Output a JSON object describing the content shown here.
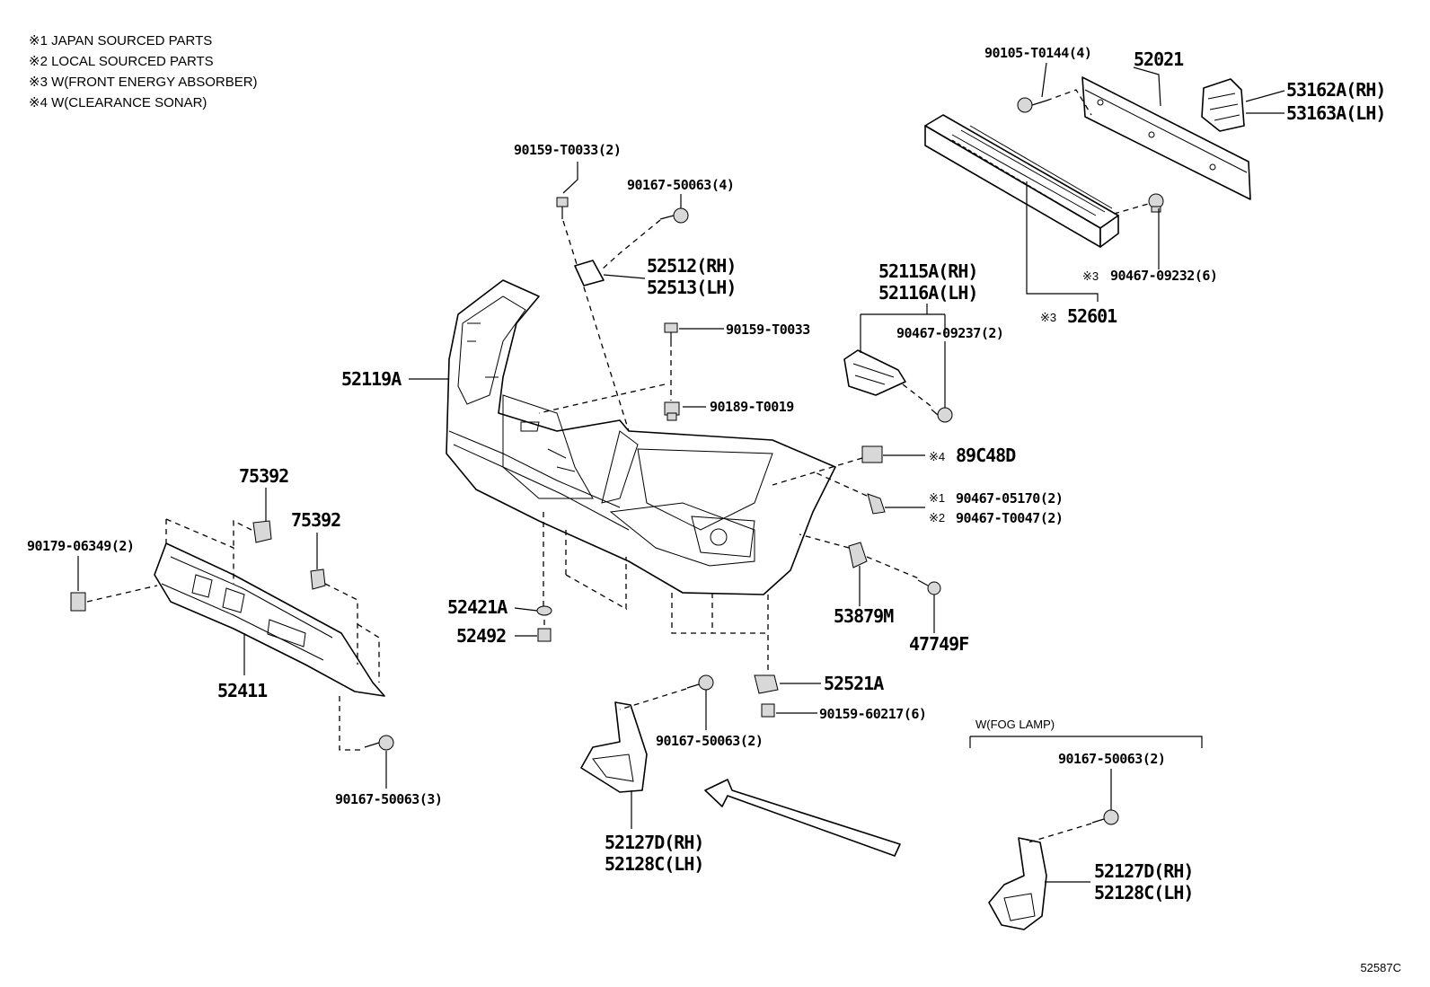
{
  "legend": [
    "※1 JAPAN SOURCED PARTS",
    "※2 LOCAL SOURCED PARTS",
    "※3 W(FRONT ENERGY ABSORBER)",
    "※4 W(CLEARANCE SONAR)"
  ],
  "figure_number": "52587C",
  "fog_lamp_group": "W(FOG LAMP)",
  "callouts": {
    "p90105": "90105-T0144(4)",
    "p52021": "52021",
    "p53162": "53162A(RH)",
    "p53163": "53163A(LH)",
    "p90159a": "90159-T0033(2)",
    "p90167a": "90167-50063(4)",
    "p52512": "52512(RH)",
    "p52513": "52513(LH)",
    "p52115": "52115A(RH)",
    "p52116": "52116A(LH)",
    "p90467_09232_mark": "※3",
    "p90467_09232": "90467-09232(6)",
    "p52601_mark": "※3",
    "p52601": "52601",
    "p90159b": "90159-T0033",
    "p90467_09237": "90467-09237(2)",
    "p52119": "52119A",
    "p90189": "90189-T0019",
    "p89c48_mark": "※4",
    "p89c48": "89C48D",
    "p75392a": "75392",
    "p75392b": "75392",
    "p90179": "90179-06349(2)",
    "p90467_05170_mark": "※1",
    "p90467_05170": "90467-05170(2)",
    "p90467_T0047_mark": "※2",
    "p90467_T0047": "90467-T0047(2)",
    "p52421": "52421A",
    "p52492": "52492",
    "p53879": "53879M",
    "p47749": "47749F",
    "p52411": "52411",
    "p52521": "52521A",
    "p90159c": "90159-60217(6)",
    "p90167b": "90167-50063(2)",
    "p90167c": "90167-50063(3)",
    "p90167d": "90167-50063(2)",
    "p52127a": "52127D(RH)",
    "p52128a": "52128C(LH)",
    "p52127b": "52127D(RH)",
    "p52128b": "52128C(LH)"
  }
}
